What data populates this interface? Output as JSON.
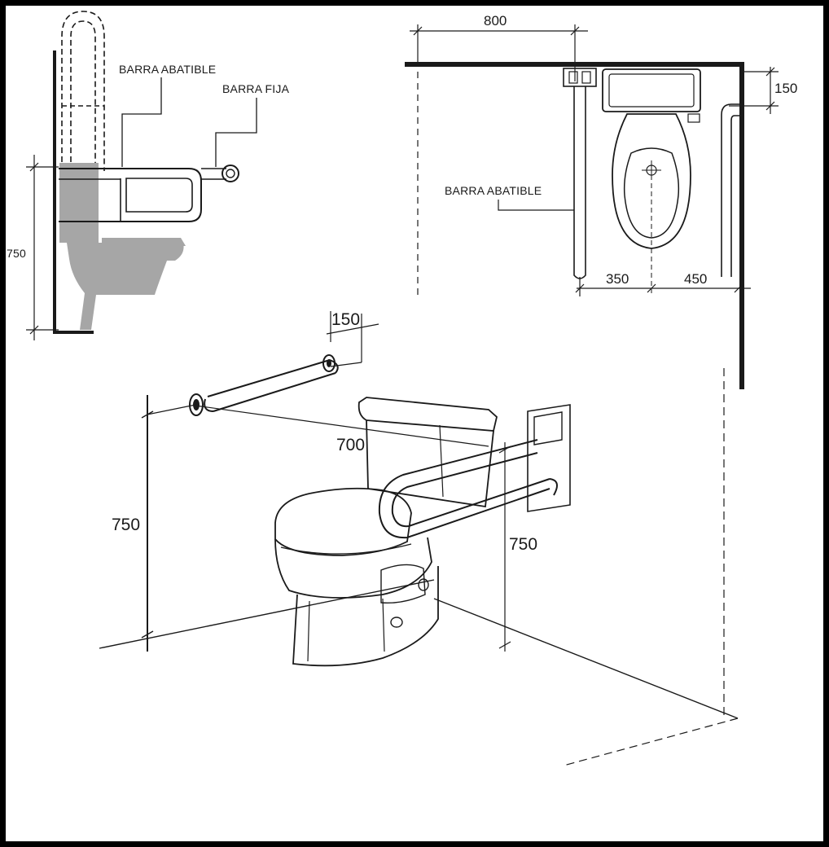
{
  "labels": {
    "side_view": {
      "barra_abatible": "BARRA ABATIBLE",
      "barra_fija": "BARRA FIJA",
      "height_dim": "750"
    },
    "plan_view": {
      "width_dim": "800",
      "offset_dim": "150",
      "barra_abatible": "BARRA ABATIBLE",
      "left_dim": "350",
      "right_dim": "450"
    },
    "iso_view": {
      "bar_offset_dim": "150",
      "bar_length_dim": "700",
      "left_height_dim": "750",
      "right_height_dim": "750"
    }
  },
  "colors": {
    "line": "#1a1a1a",
    "fixture_fill": "#a6a6a6",
    "frame": "#000000"
  }
}
